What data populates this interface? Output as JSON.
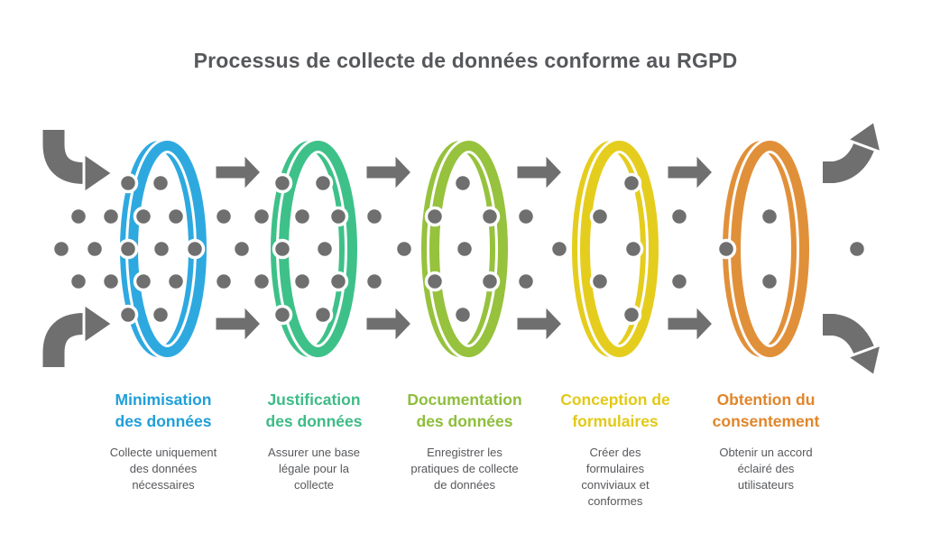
{
  "title": {
    "text": "Processus de collecte de données conforme au RGPD",
    "color": "#57585b"
  },
  "flow": {
    "dot_color": "#6f6f6f",
    "arrow_color": "#6f6f6f",
    "outline_color": "#ffffff",
    "entry_arrow_icons": [
      "curved-entry-top-arrow-icon",
      "curved-entry-bottom-arrow-icon"
    ],
    "exit_arrow_icons": [
      "curved-exit-top-arrow-icon",
      "curved-exit-bottom-arrow-icon"
    ],
    "between_stage_arrow_icon": "right-block-arrow-icon"
  },
  "description_color": "#57585b",
  "stages": [
    {
      "label": "Minimisation\ndes données",
      "description": "Collecte uniquement\ndes données\nnécessaires",
      "ring_color": "#2ea9e0",
      "label_color": "#1f9fd8"
    },
    {
      "label": "Justification\ndes données",
      "description": "Assurer une base\nlégale pour la\ncollecte",
      "ring_color": "#3ec189",
      "label_color": "#3ebb87"
    },
    {
      "label": "Documentation\ndes données",
      "description": "Enregistrer les\npratiques de collecte\nde données",
      "ring_color": "#96c23d",
      "label_color": "#8ebe3c"
    },
    {
      "label": "Conception de\nformulaires",
      "description": "Créer des\nformulaires\nconviviaux et\nconformes",
      "ring_color": "#e5cd1e",
      "label_color": "#e2c916"
    },
    {
      "label": "Obtention du\nconsentement",
      "description": "Obtenir un accord\néclairé des\nutilisateurs",
      "ring_color": "#e1903a",
      "label_color": "#e0862b"
    }
  ]
}
